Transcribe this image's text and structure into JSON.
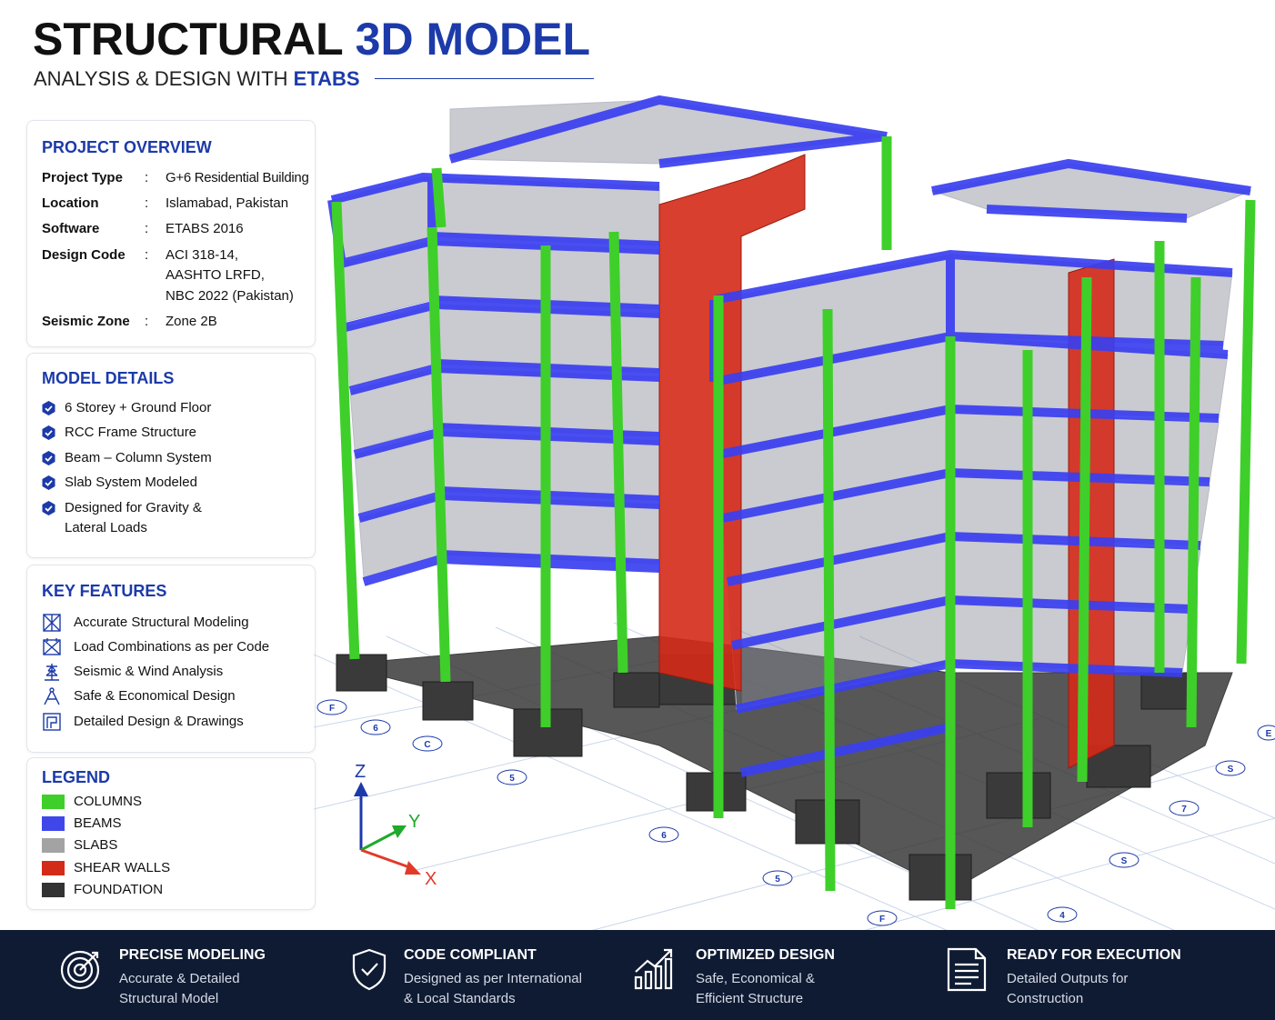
{
  "header": {
    "title_main": "STRUCTURAL",
    "title_accent": "3D MODEL",
    "subtitle_main": "ANALYSIS & DESIGN WITH",
    "subtitle_accent": "ETABS"
  },
  "colors": {
    "accent": "#1c3aa9",
    "columns": "#3fcf2a",
    "beams": "#3a3ff0",
    "slabs": "#9a9a9a",
    "shear_walls": "#d42a18",
    "foundation": "#333333",
    "footer_bg": "#0f1b33"
  },
  "project_overview": {
    "heading": "PROJECT OVERVIEW",
    "rows": [
      {
        "key": "Project Type",
        "colon": ":",
        "value": "G+6 Residential Building"
      },
      {
        "key": "Location",
        "colon": ":",
        "value": "Islamabad, Pakistan"
      },
      {
        "key": "Software",
        "colon": ":",
        "value": "ETABS 2016"
      },
      {
        "key": "Design Code",
        "colon": ":",
        "value_lines": [
          "ACI 318-14,",
          "AASHTO LRFD,",
          "NBC 2022 (Pakistan)"
        ]
      },
      {
        "key": "Seismic Zone",
        "colon": ":",
        "value": "Zone 2B"
      }
    ]
  },
  "model_details": {
    "heading": "MODEL DETAILS",
    "items": [
      "6 Storey + Ground Floor",
      "RCC Frame Structure",
      "Beam – Column System",
      "Slab System Modeled",
      "Designed for Gravity &",
      "Lateral Loads"
    ]
  },
  "key_features": {
    "heading": "KEY FEATURES",
    "items": [
      {
        "label": "Accurate Structural Modeling",
        "icon": "frame-model-icon"
      },
      {
        "label": "Load Combinations as per Code",
        "icon": "load-combination-icon"
      },
      {
        "label": "Seismic & Wind Analysis",
        "icon": "seismic-tower-icon"
      },
      {
        "label": "Safe & Economical Design",
        "icon": "compass-drafting-icon"
      },
      {
        "label": "Detailed Design & Drawings",
        "icon": "blueprint-drawing-icon"
      }
    ]
  },
  "legend": {
    "heading": "LEGEND",
    "items": [
      {
        "label": "COLUMNS",
        "color": "#3fcf2a"
      },
      {
        "label": "BEAMS",
        "color": "#4047ea"
      },
      {
        "label": "SLABS",
        "color": "#a3a3a3"
      },
      {
        "label": "SHEAR WALLS",
        "color": "#d42a18"
      },
      {
        "label": "FOUNDATION",
        "color": "#333333"
      }
    ]
  },
  "axes": {
    "z": "Z",
    "y": "Y",
    "x": "X"
  },
  "grid_bubbles": [
    "F",
    "6",
    "C",
    "5",
    "6",
    "5",
    "F",
    "4",
    "S",
    "7",
    "S",
    "E"
  ],
  "footer": {
    "items": [
      {
        "title": "PRECISE MODELING",
        "lines": [
          "Accurate & Detailed",
          "Structural Model"
        ],
        "icon": "target-icon"
      },
      {
        "title": "CODE COMPLIANT",
        "lines": [
          "Designed as per International",
          "& Local Standards"
        ],
        "icon": "shield-check-icon"
      },
      {
        "title": "OPTIMIZED DESIGN",
        "lines": [
          "Safe, Economical &",
          "Efficient Structure"
        ],
        "icon": "growth-chart-icon"
      },
      {
        "title": "READY FOR EXECUTION",
        "lines": [
          "Detailed Outputs for",
          "Construction"
        ],
        "icon": "document-icon"
      }
    ]
  }
}
